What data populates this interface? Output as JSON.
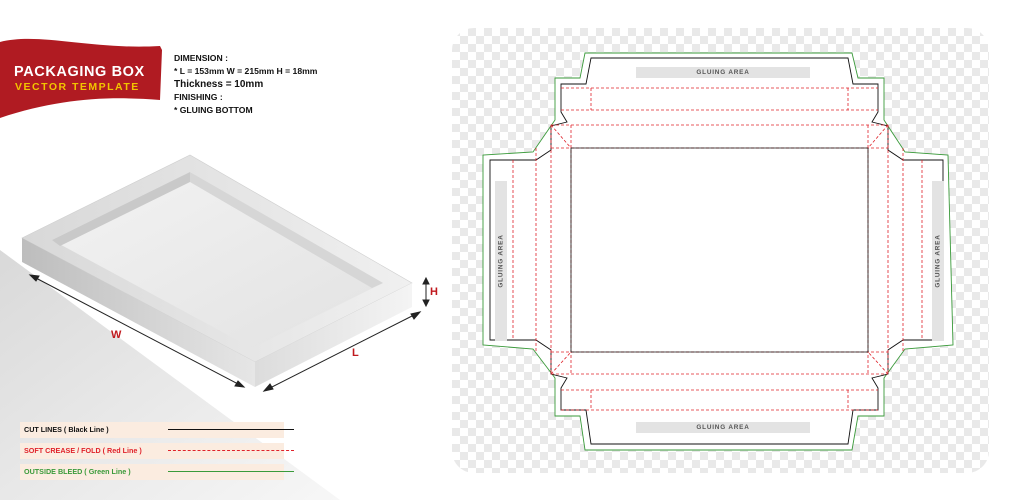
{
  "banner": {
    "title": "PACKAGING BOX",
    "subtitle": "VECTOR TEMPLATE",
    "color": "#b01b22"
  },
  "specs": {
    "dimension_heading": "DIMENSION :",
    "dimension_values": "* L = 153mm  W = 215mm  H = 18mm",
    "thickness": "Thickness = 10mm",
    "finishing_heading": "FINISHING :",
    "finishing_value": "* GLUING BOTTOM"
  },
  "box_labels": {
    "w": "W",
    "l": "L",
    "h": "H"
  },
  "legend": [
    {
      "label": "CUT LINES ( Black Line )",
      "color": "#111111",
      "style": "solid"
    },
    {
      "label": "SOFT CREASE / FOLD ( Red Line )",
      "color": "#e0222a",
      "style": "dashed"
    },
    {
      "label": "OUTSIDE BLEED ( Green Line )",
      "color": "#3a9a3a",
      "style": "solid"
    }
  ],
  "dieline": {
    "gluing_top": "GLUING AREA",
    "gluing_bottom": "GLUING AREA",
    "gluing_left": "GLUING AREA",
    "gluing_right": "GLUING AREA",
    "cut_color": "#111111",
    "fold_color": "#e0222a",
    "bleed_color": "#3a9a3a"
  }
}
